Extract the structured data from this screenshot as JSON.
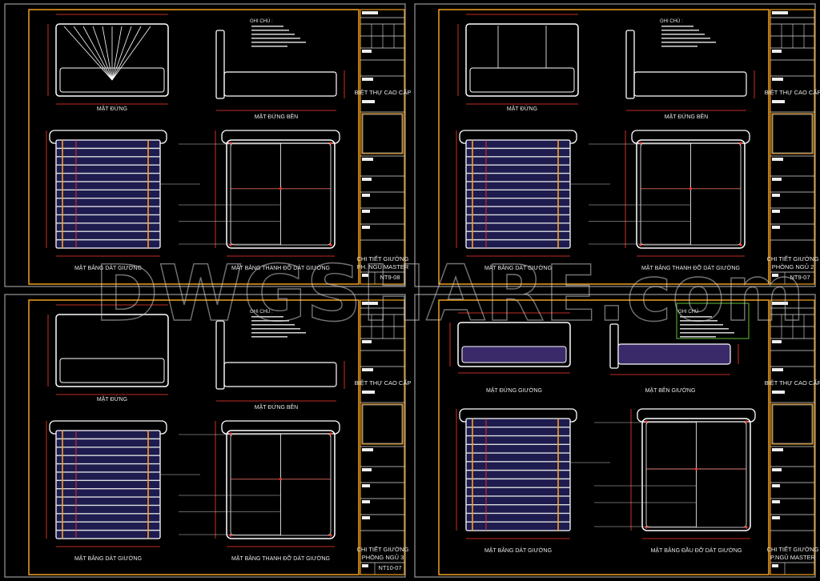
{
  "colors": {
    "background": "#000000",
    "frame": "#f0a020",
    "lines": "#ffffff",
    "dimension": "#ff3b2f",
    "slat_fill": "#1e1b4f",
    "sheet_border": "#9a9a9a",
    "note_box": "#5fbf3a"
  },
  "watermark": "DWGSHARE.com",
  "sheets": [
    {
      "project": "BIỆT THỰ CAO CẤP",
      "title": "CHI TIẾT GIƯỜNG",
      "subtitle": "PH. NGỦ MASTER",
      "code": "NT9-08",
      "notes_heading": "GHI CHÚ :",
      "views": {
        "front": "MẶT ĐỨNG",
        "side": "MẶT ĐỨNG BÊN",
        "plan_slats": "MẶT BẰNG DÁT GIƯỜNG",
        "plan_frame": "MẶT BẰNG THANH ĐỠ DÁT GIƯỜNG"
      }
    },
    {
      "project": "BIỆT THỰ CAO CẤP",
      "title": "CHI TIẾT GIƯỜNG",
      "subtitle": "PHÒNG NGỦ 2",
      "code": "NT9-07",
      "notes_heading": "GHI CHÚ :",
      "views": {
        "front": "MẶT ĐỨNG",
        "side": "MẶT ĐỨNG BÊN",
        "plan_slats": "MẶT BẰNG DÁT GIƯỜNG",
        "plan_frame": "MẶT BẰNG THANH ĐỠ DÁT GIƯỜNG"
      }
    },
    {
      "project": "BIỆT THỰ CAO CẤP",
      "title": "CHI TIẾT GIƯỜNG",
      "subtitle": "PHÒNG NGỦ 3",
      "code": "NT10-07",
      "notes_heading": "GHI CHÚ :",
      "views": {
        "front": "MẶT ĐỨNG",
        "side": "MẶT ĐỨNG BÊN",
        "plan_slats": "MẶT BẰNG DÁT GIƯỜNG",
        "plan_frame": "MẶT BẰNG THANH ĐỠ DÁT GIƯỜNG"
      }
    },
    {
      "project": "BIỆT THỰ CAO CẤP",
      "title": "CHI TIẾT GIƯỜNG",
      "subtitle": "P.NGỦ MASTER",
      "code": "",
      "notes_heading": "GHI CHÚ",
      "views": {
        "front": "MẶT ĐỨNG GIƯỜNG",
        "side": "MẶT BÊN GIƯỜNG",
        "plan_slats": "MẶT BẰNG DÁT GIƯỜNG",
        "plan_frame": "MẶT BẰNG ĐẦU ĐỠ DÁT GIƯỜNG"
      }
    }
  ]
}
